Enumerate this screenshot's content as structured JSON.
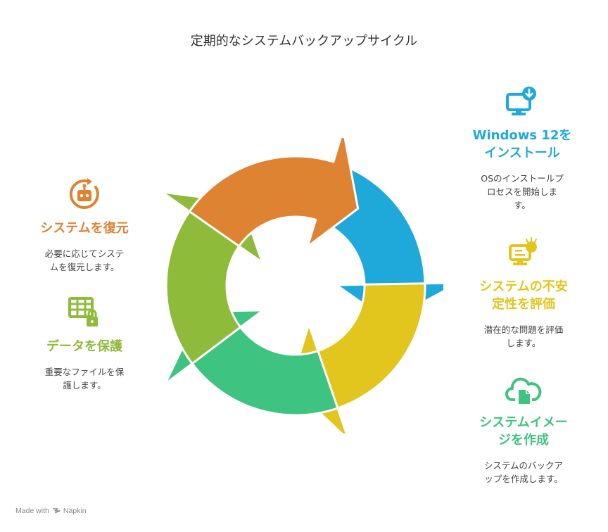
{
  "title": "定期的なシステムバックアップサイクル",
  "stages": [
    {
      "heading": "Windows 12を\nインストール",
      "description": "OSのインストールプ\nロセスを開始しま\nす。",
      "color": "#1fa9da",
      "icon": "monitor-download-icon"
    },
    {
      "heading": "システムの不安\n定性を評価",
      "description": "潜在的な問題を評価\nします。",
      "color": "#e2c51d",
      "icon": "monitor-alert-icon"
    },
    {
      "heading": "システムイメー\nジを作成",
      "description": "システムのバックア\nップを作成します。",
      "color": "#3fc381",
      "icon": "cloud-file-icon"
    },
    {
      "heading": "データを保護",
      "description": "重要なファイルを保\n護します。",
      "color": "#8fbb3a",
      "icon": "table-lock-icon"
    },
    {
      "heading": "システムを復元",
      "description": "必要に応じてシステ\nムを復元します。",
      "color": "#de8332",
      "icon": "robot-restore-icon"
    }
  ],
  "footer": {
    "made_with": "Made with",
    "brand": "Napkin"
  }
}
